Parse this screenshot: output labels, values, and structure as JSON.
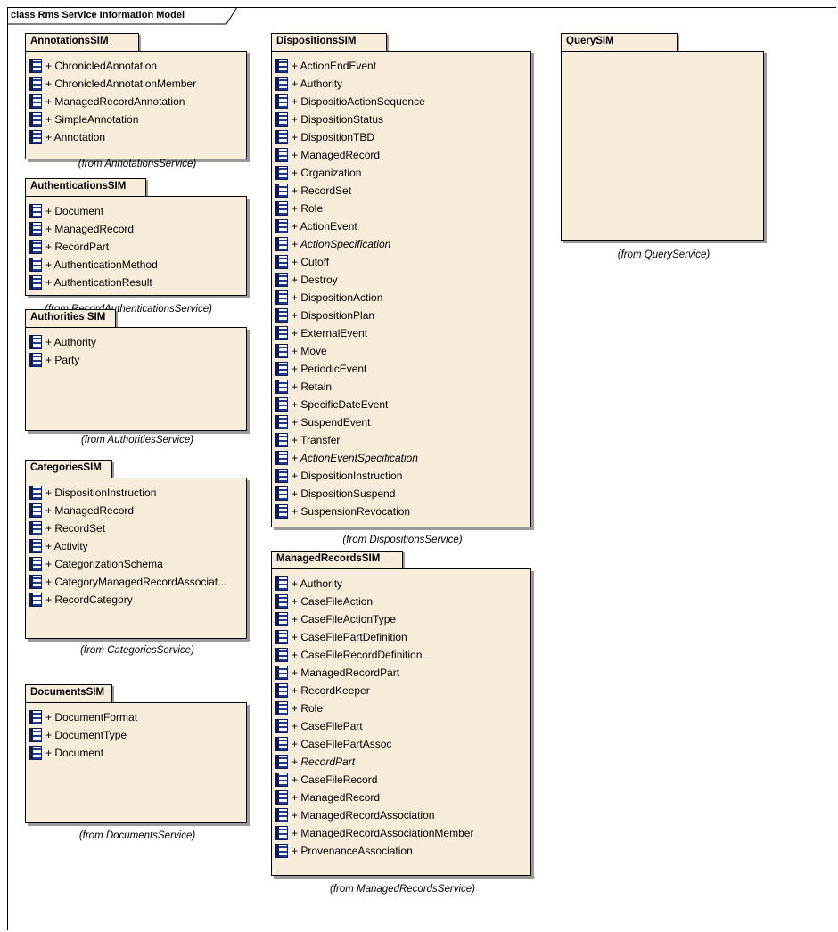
{
  "diagram_title": "class Rms Service Information Model",
  "packages": {
    "annotations": {
      "name": "AnnotationsSIM",
      "items": [
        {
          "label": "+ ChronicledAnnotation"
        },
        {
          "label": "+ ChronicledAnnotationMember"
        },
        {
          "label": "+ ManagedRecordAnnotation"
        },
        {
          "label": "+ SimpleAnnotation"
        },
        {
          "label": "+ Annotation"
        }
      ],
      "from": "(from AnnotationsService)"
    },
    "authentications": {
      "name": "AuthenticationsSIM",
      "items": [
        {
          "label": "+ Document"
        },
        {
          "label": "+ ManagedRecord"
        },
        {
          "label": "+ RecordPart"
        },
        {
          "label": "+ AuthenticationMethod"
        },
        {
          "label": "+ AuthenticationResult"
        }
      ],
      "from": "(from RecordAuthenticationsService)"
    },
    "authorities": {
      "name": "Authorities SIM",
      "items": [
        {
          "label": "+ Authority"
        },
        {
          "label": "+ Party"
        }
      ],
      "from": "(from AuthoritiesService)"
    },
    "categories": {
      "name": "CategoriesSIM",
      "items": [
        {
          "label": "+ DispositionInstruction"
        },
        {
          "label": "+ ManagedRecord"
        },
        {
          "label": "+ RecordSet"
        },
        {
          "label": "+ Activity"
        },
        {
          "label": "+ CategorizationSchema"
        },
        {
          "label": "+ CategoryManagedRecordAssociat..."
        },
        {
          "label": "+ RecordCategory"
        }
      ],
      "from": "(from CategoriesService)"
    },
    "documents": {
      "name": "DocumentsSIM",
      "items": [
        {
          "label": "+ DocumentFormat"
        },
        {
          "label": "+ DocumentType"
        },
        {
          "label": "+ Document"
        }
      ],
      "from": "(from DocumentsService)"
    },
    "dispositions": {
      "name": "DispositionsSIM",
      "items": [
        {
          "label": "+ ActionEndEvent"
        },
        {
          "label": "+ Authority"
        },
        {
          "label": "+ DispositioActionSequence"
        },
        {
          "label": "+ DispositionStatus"
        },
        {
          "label": "+ DispositionTBD"
        },
        {
          "label": "+ ManagedRecord"
        },
        {
          "label": "+ Organization"
        },
        {
          "label": "+ RecordSet"
        },
        {
          "label": "+ Role"
        },
        {
          "label": "+ ActionEvent"
        },
        {
          "label": "+ ActionSpecification",
          "italic": true
        },
        {
          "label": "+ Cutoff"
        },
        {
          "label": "+ Destroy"
        },
        {
          "label": "+ DispositionAction"
        },
        {
          "label": "+ DispositionPlan"
        },
        {
          "label": "+ ExternalEvent"
        },
        {
          "label": "+ Move"
        },
        {
          "label": "+ PeriodicEvent"
        },
        {
          "label": "+ Retain"
        },
        {
          "label": "+ SpecificDateEvent"
        },
        {
          "label": "+ SuspendEvent"
        },
        {
          "label": "+ Transfer"
        },
        {
          "label": "+ ActionEventSpecification",
          "italic": true
        },
        {
          "label": "+ DispositionInstruction"
        },
        {
          "label": "+ DispositionSuspend"
        },
        {
          "label": "+ SuspensionRevocation"
        }
      ],
      "from": "(from DispositionsService)"
    },
    "managedRecords": {
      "name": "ManagedRecordsSIM",
      "items": [
        {
          "label": "+ Authority"
        },
        {
          "label": "+ CaseFileAction"
        },
        {
          "label": "+ CaseFileActionType"
        },
        {
          "label": "+ CaseFilePartDefinition"
        },
        {
          "label": "+ CaseFileRecordDefinition"
        },
        {
          "label": "+ ManagedRecordPart"
        },
        {
          "label": "+ RecordKeeper"
        },
        {
          "label": "+ Role"
        },
        {
          "label": "+ CaseFilePart"
        },
        {
          "label": "+ CaseFilePartAssoc"
        },
        {
          "label": "+ RecordPart",
          "italic": true
        },
        {
          "label": "+ CaseFileRecord"
        },
        {
          "label": "+ ManagedRecord"
        },
        {
          "label": "+ ManagedRecordAssociation"
        },
        {
          "label": "+ ManagedRecordAssociationMember"
        },
        {
          "label": "+ ProvenanceAssociation"
        }
      ],
      "from": "(from ManagedRecordsService)"
    },
    "query": {
      "name": "QuerySIM",
      "items": [],
      "from": "(from QueryService)"
    }
  }
}
